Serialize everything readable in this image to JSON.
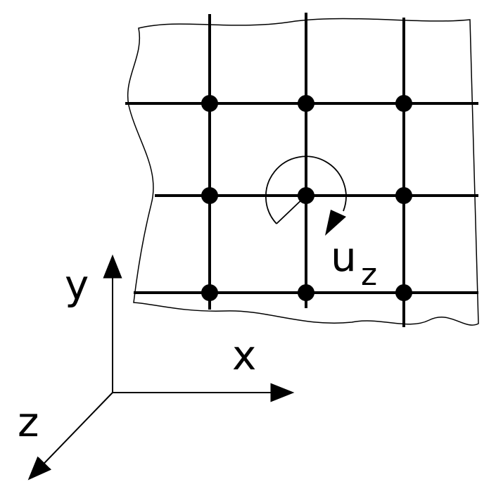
{
  "diagram": {
    "labels": {
      "x_axis": "x",
      "y_axis": "y",
      "z_axis": "z",
      "rotation": "u",
      "rotation_subscript": "z"
    },
    "colors": {
      "stroke": "#000000",
      "background": "#ffffff"
    }
  }
}
